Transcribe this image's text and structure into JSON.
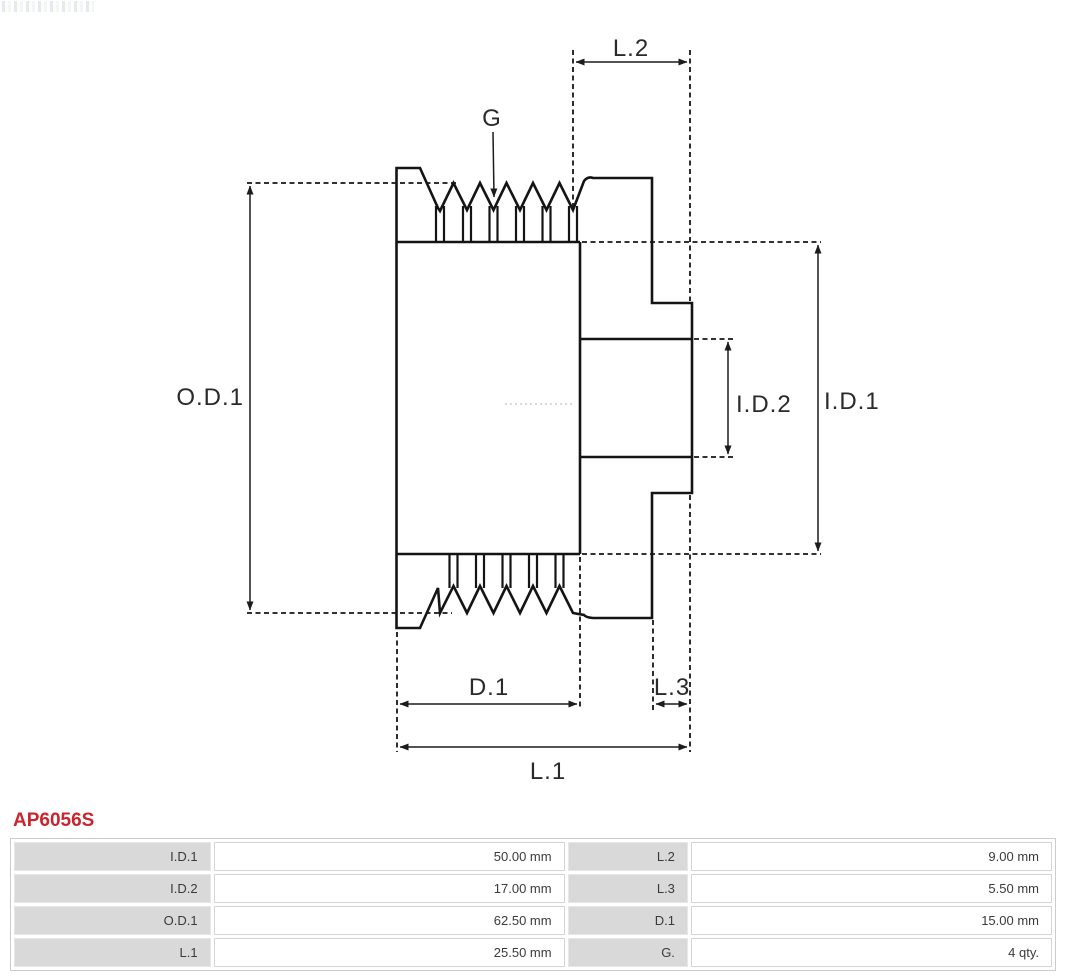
{
  "artifacts": {
    "partial_logo": "cropped-logo-strip"
  },
  "colors": {
    "accent_red": "#c9252c",
    "drawing_line": "#141414",
    "table_label_bg": "#d9d9d9",
    "table_border": "#cccccc"
  },
  "diagram": {
    "type": "pulley-cross-section-technical-drawing",
    "labels": {
      "g": "G",
      "l1": "L.1",
      "l2": "L.2",
      "l3": "L.3",
      "d1": "D.1",
      "od1": "O.D.1",
      "id1": "I.D.1",
      "id2": "I.D.2"
    }
  },
  "product": {
    "code": "AP6056S"
  },
  "spec_table": {
    "rows": [
      {
        "c0": "I.D.1",
        "c1": "50.00 mm",
        "c2": "L.2",
        "c3": "9.00 mm"
      },
      {
        "c0": "I.D.2",
        "c1": "17.00 mm",
        "c2": "L.3",
        "c3": "5.50 mm"
      },
      {
        "c0": "O.D.1",
        "c1": "62.50 mm",
        "c2": "D.1",
        "c3": "15.00 mm"
      },
      {
        "c0": "L.1",
        "c1": "25.50 mm",
        "c2": "G.",
        "c3": "4 qty."
      }
    ]
  }
}
